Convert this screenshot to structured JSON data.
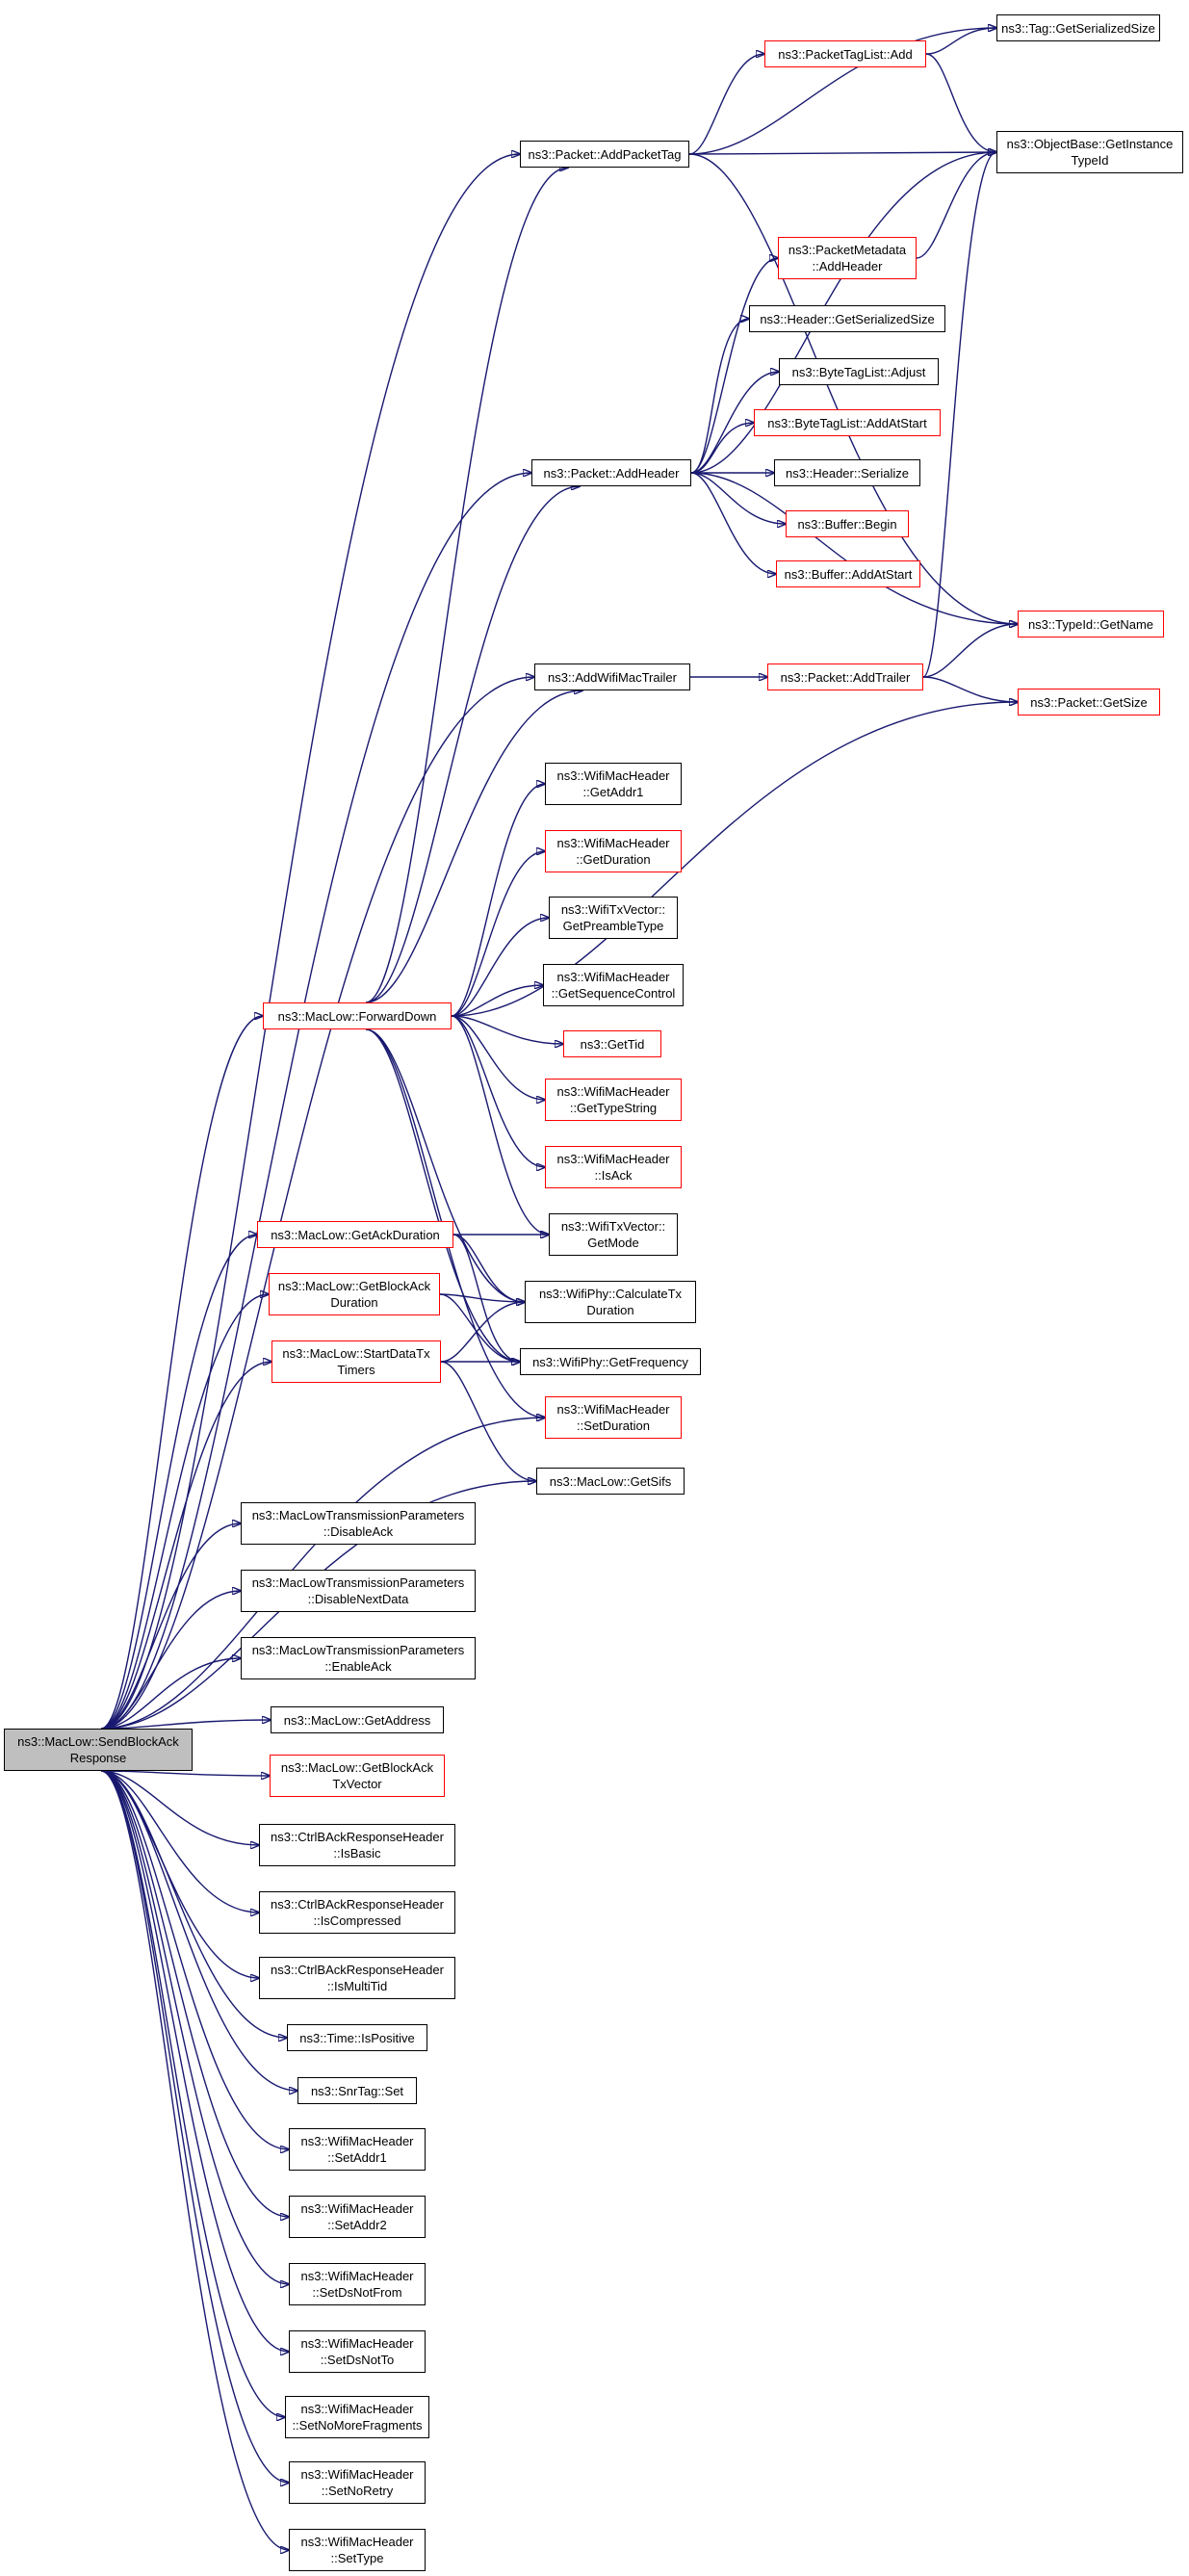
{
  "colors": {
    "edge": "#191970",
    "link_border": "#ff0000",
    "plain_border": "#000000",
    "root_fill": "#bfbfbf"
  },
  "nodes": [
    {
      "id": "sendblockack",
      "label": "ns3::MacLow::SendBlockAck\nResponse",
      "style": "root"
    },
    {
      "id": "tag_getser",
      "label": "ns3::Tag::GetSerializedSize",
      "style": "black"
    },
    {
      "id": "ptl_add",
      "label": "ns3::PacketTagList::Add",
      "style": "red"
    },
    {
      "id": "addpackettag",
      "label": "ns3::Packet::AddPacketTag",
      "style": "black"
    },
    {
      "id": "getinstancetypeid",
      "label": "ns3::ObjectBase::GetInstance\nTypeId",
      "style": "black"
    },
    {
      "id": "pm_addheader",
      "label": "ns3::PacketMetadata\n::AddHeader",
      "style": "red"
    },
    {
      "id": "hdr_getser",
      "label": "ns3::Header::GetSerializedSize",
      "style": "black"
    },
    {
      "id": "btl_adjust",
      "label": "ns3::ByteTagList::Adjust",
      "style": "black"
    },
    {
      "id": "btl_addatstart",
      "label": "ns3::ByteTagList::AddAtStart",
      "style": "red"
    },
    {
      "id": "addheader",
      "label": "ns3::Packet::AddHeader",
      "style": "black"
    },
    {
      "id": "hdr_serialize",
      "label": "ns3::Header::Serialize",
      "style": "black"
    },
    {
      "id": "buf_begin",
      "label": "ns3::Buffer::Begin",
      "style": "red"
    },
    {
      "id": "buf_addatstart",
      "label": "ns3::Buffer::AddAtStart",
      "style": "red"
    },
    {
      "id": "typeid_getname",
      "label": "ns3::TypeId::GetName",
      "style": "red"
    },
    {
      "id": "addwifimactrailer",
      "label": "ns3::AddWifiMacTrailer",
      "style": "black"
    },
    {
      "id": "addtrailer",
      "label": "ns3::Packet::AddTrailer",
      "style": "red"
    },
    {
      "id": "pkt_getsize",
      "label": "ns3::Packet::GetSize",
      "style": "red"
    },
    {
      "id": "wmh_getaddr1",
      "label": "ns3::WifiMacHeader\n::GetAddr1",
      "style": "black"
    },
    {
      "id": "wmh_getduration",
      "label": "ns3::WifiMacHeader\n::GetDuration",
      "style": "red"
    },
    {
      "id": "wtv_getpreamble",
      "label": "ns3::WifiTxVector::\nGetPreambleType",
      "style": "black"
    },
    {
      "id": "wmh_getseqctl",
      "label": "ns3::WifiMacHeader\n::GetSequenceControl",
      "style": "black"
    },
    {
      "id": "forwarddown",
      "label": "ns3::MacLow::ForwardDown",
      "style": "red"
    },
    {
      "id": "gettid",
      "label": "ns3::GetTid",
      "style": "red"
    },
    {
      "id": "wmh_gettypestring",
      "label": "ns3::WifiMacHeader\n::GetTypeString",
      "style": "red"
    },
    {
      "id": "wmh_isack",
      "label": "ns3::WifiMacHeader\n::IsAck",
      "style": "red"
    },
    {
      "id": "getackduration",
      "label": "ns3::MacLow::GetAckDuration",
      "style": "red"
    },
    {
      "id": "wtv_getmode",
      "label": "ns3::WifiTxVector::\nGetMode",
      "style": "black"
    },
    {
      "id": "getblockackduration",
      "label": "ns3::MacLow::GetBlockAck\nDuration",
      "style": "red"
    },
    {
      "id": "calculatetxduration",
      "label": "ns3::WifiPhy::CalculateTx\nDuration",
      "style": "black"
    },
    {
      "id": "startdatatxtimers",
      "label": "ns3::MacLow::StartDataTx\nTimers",
      "style": "red"
    },
    {
      "id": "getfrequency",
      "label": "ns3::WifiPhy::GetFrequency",
      "style": "black"
    },
    {
      "id": "wmh_setduration",
      "label": "ns3::WifiMacHeader\n::SetDuration",
      "style": "red"
    },
    {
      "id": "getsifs",
      "label": "ns3::MacLow::GetSifs",
      "style": "black"
    },
    {
      "id": "mltp_disableack",
      "label": "ns3::MacLowTransmissionParameters\n::DisableAck",
      "style": "black"
    },
    {
      "id": "mltp_disablenextdata",
      "label": "ns3::MacLowTransmissionParameters\n::DisableNextData",
      "style": "black"
    },
    {
      "id": "mltp_enableack",
      "label": "ns3::MacLowTransmissionParameters\n::EnableAck",
      "style": "black"
    },
    {
      "id": "getaddress",
      "label": "ns3::MacLow::GetAddress",
      "style": "black"
    },
    {
      "id": "getblockacktxvector",
      "label": "ns3::MacLow::GetBlockAck\nTxVector",
      "style": "red"
    },
    {
      "id": "cbrh_isbasic",
      "label": "ns3::CtrlBAckResponseHeader\n::IsBasic",
      "style": "black"
    },
    {
      "id": "cbrh_iscompressed",
      "label": "ns3::CtrlBAckResponseHeader\n::IsCompressed",
      "style": "black"
    },
    {
      "id": "cbrh_ismultitid",
      "label": "ns3::CtrlBAckResponseHeader\n::IsMultiTid",
      "style": "black"
    },
    {
      "id": "time_ispositive",
      "label": "ns3::Time::IsPositive",
      "style": "black"
    },
    {
      "id": "snrtag_set",
      "label": "ns3::SnrTag::Set",
      "style": "black"
    },
    {
      "id": "wmh_setaddr1",
      "label": "ns3::WifiMacHeader\n::SetAddr1",
      "style": "black"
    },
    {
      "id": "wmh_setaddr2",
      "label": "ns3::WifiMacHeader\n::SetAddr2",
      "style": "black"
    },
    {
      "id": "wmh_setdsnotfrom",
      "label": "ns3::WifiMacHeader\n::SetDsNotFrom",
      "style": "black"
    },
    {
      "id": "wmh_setdsnotto",
      "label": "ns3::WifiMacHeader\n::SetDsNotTo",
      "style": "black"
    },
    {
      "id": "wmh_setnomorefrag",
      "label": "ns3::WifiMacHeader\n::SetNoMoreFragments",
      "style": "black"
    },
    {
      "id": "wmh_setnoretry",
      "label": "ns3::WifiMacHeader\n::SetNoRetry",
      "style": "black"
    },
    {
      "id": "wmh_settype",
      "label": "ns3::WifiMacHeader\n::SetType",
      "style": "black"
    }
  ],
  "edges": [
    [
      "sendblockack",
      "addpackettag"
    ],
    [
      "sendblockack",
      "addheader"
    ],
    [
      "sendblockack",
      "addwifimactrailer"
    ],
    [
      "sendblockack",
      "forwarddown"
    ],
    [
      "sendblockack",
      "getackduration"
    ],
    [
      "sendblockack",
      "getblockackduration"
    ],
    [
      "sendblockack",
      "startdatatxtimers"
    ],
    [
      "sendblockack",
      "wmh_setduration"
    ],
    [
      "sendblockack",
      "getsifs"
    ],
    [
      "sendblockack",
      "mltp_disableack"
    ],
    [
      "sendblockack",
      "mltp_disablenextdata"
    ],
    [
      "sendblockack",
      "mltp_enableack"
    ],
    [
      "sendblockack",
      "getaddress"
    ],
    [
      "sendblockack",
      "getblockacktxvector"
    ],
    [
      "sendblockack",
      "cbrh_isbasic"
    ],
    [
      "sendblockack",
      "cbrh_iscompressed"
    ],
    [
      "sendblockack",
      "cbrh_ismultitid"
    ],
    [
      "sendblockack",
      "time_ispositive"
    ],
    [
      "sendblockack",
      "snrtag_set"
    ],
    [
      "sendblockack",
      "wmh_setaddr1"
    ],
    [
      "sendblockack",
      "wmh_setaddr2"
    ],
    [
      "sendblockack",
      "wmh_setdsnotfrom"
    ],
    [
      "sendblockack",
      "wmh_setdsnotto"
    ],
    [
      "sendblockack",
      "wmh_setnomorefrag"
    ],
    [
      "sendblockack",
      "wmh_setnoretry"
    ],
    [
      "sendblockack",
      "wmh_settype"
    ],
    [
      "addpackettag",
      "ptl_add"
    ],
    [
      "addpackettag",
      "tag_getser"
    ],
    [
      "addpackettag",
      "getinstancetypeid"
    ],
    [
      "addpackettag",
      "typeid_getname"
    ],
    [
      "ptl_add",
      "tag_getser"
    ],
    [
      "ptl_add",
      "getinstancetypeid"
    ],
    [
      "addheader",
      "getinstancetypeid"
    ],
    [
      "addheader",
      "pm_addheader"
    ],
    [
      "addheader",
      "hdr_getser"
    ],
    [
      "addheader",
      "btl_adjust"
    ],
    [
      "addheader",
      "btl_addatstart"
    ],
    [
      "addheader",
      "hdr_serialize"
    ],
    [
      "addheader",
      "buf_begin"
    ],
    [
      "addheader",
      "buf_addatstart"
    ],
    [
      "addheader",
      "typeid_getname"
    ],
    [
      "pm_addheader",
      "getinstancetypeid"
    ],
    [
      "addwifimactrailer",
      "addtrailer"
    ],
    [
      "addtrailer",
      "getinstancetypeid"
    ],
    [
      "addtrailer",
      "typeid_getname"
    ],
    [
      "addtrailer",
      "pkt_getsize"
    ],
    [
      "forwarddown",
      "addpackettag"
    ],
    [
      "forwarddown",
      "addheader"
    ],
    [
      "forwarddown",
      "addwifimactrailer"
    ],
    [
      "forwarddown",
      "pkt_getsize"
    ],
    [
      "forwarddown",
      "wmh_getaddr1"
    ],
    [
      "forwarddown",
      "wmh_getduration"
    ],
    [
      "forwarddown",
      "wtv_getpreamble"
    ],
    [
      "forwarddown",
      "wmh_getseqctl"
    ],
    [
      "forwarddown",
      "gettid"
    ],
    [
      "forwarddown",
      "wmh_gettypestring"
    ],
    [
      "forwarddown",
      "wmh_isack"
    ],
    [
      "forwarddown",
      "wtv_getmode"
    ],
    [
      "forwarddown",
      "calculatetxduration"
    ],
    [
      "forwarddown",
      "getfrequency"
    ],
    [
      "forwarddown",
      "wmh_setduration"
    ],
    [
      "getackduration",
      "wtv_getmode"
    ],
    [
      "getackduration",
      "calculatetxduration"
    ],
    [
      "getackduration",
      "getfrequency"
    ],
    [
      "getblockackduration",
      "calculatetxduration"
    ],
    [
      "getblockackduration",
      "getfrequency"
    ],
    [
      "startdatatxtimers",
      "calculatetxduration"
    ],
    [
      "startdatatxtimers",
      "getfrequency"
    ],
    [
      "startdatatxtimers",
      "getsifs"
    ]
  ]
}
